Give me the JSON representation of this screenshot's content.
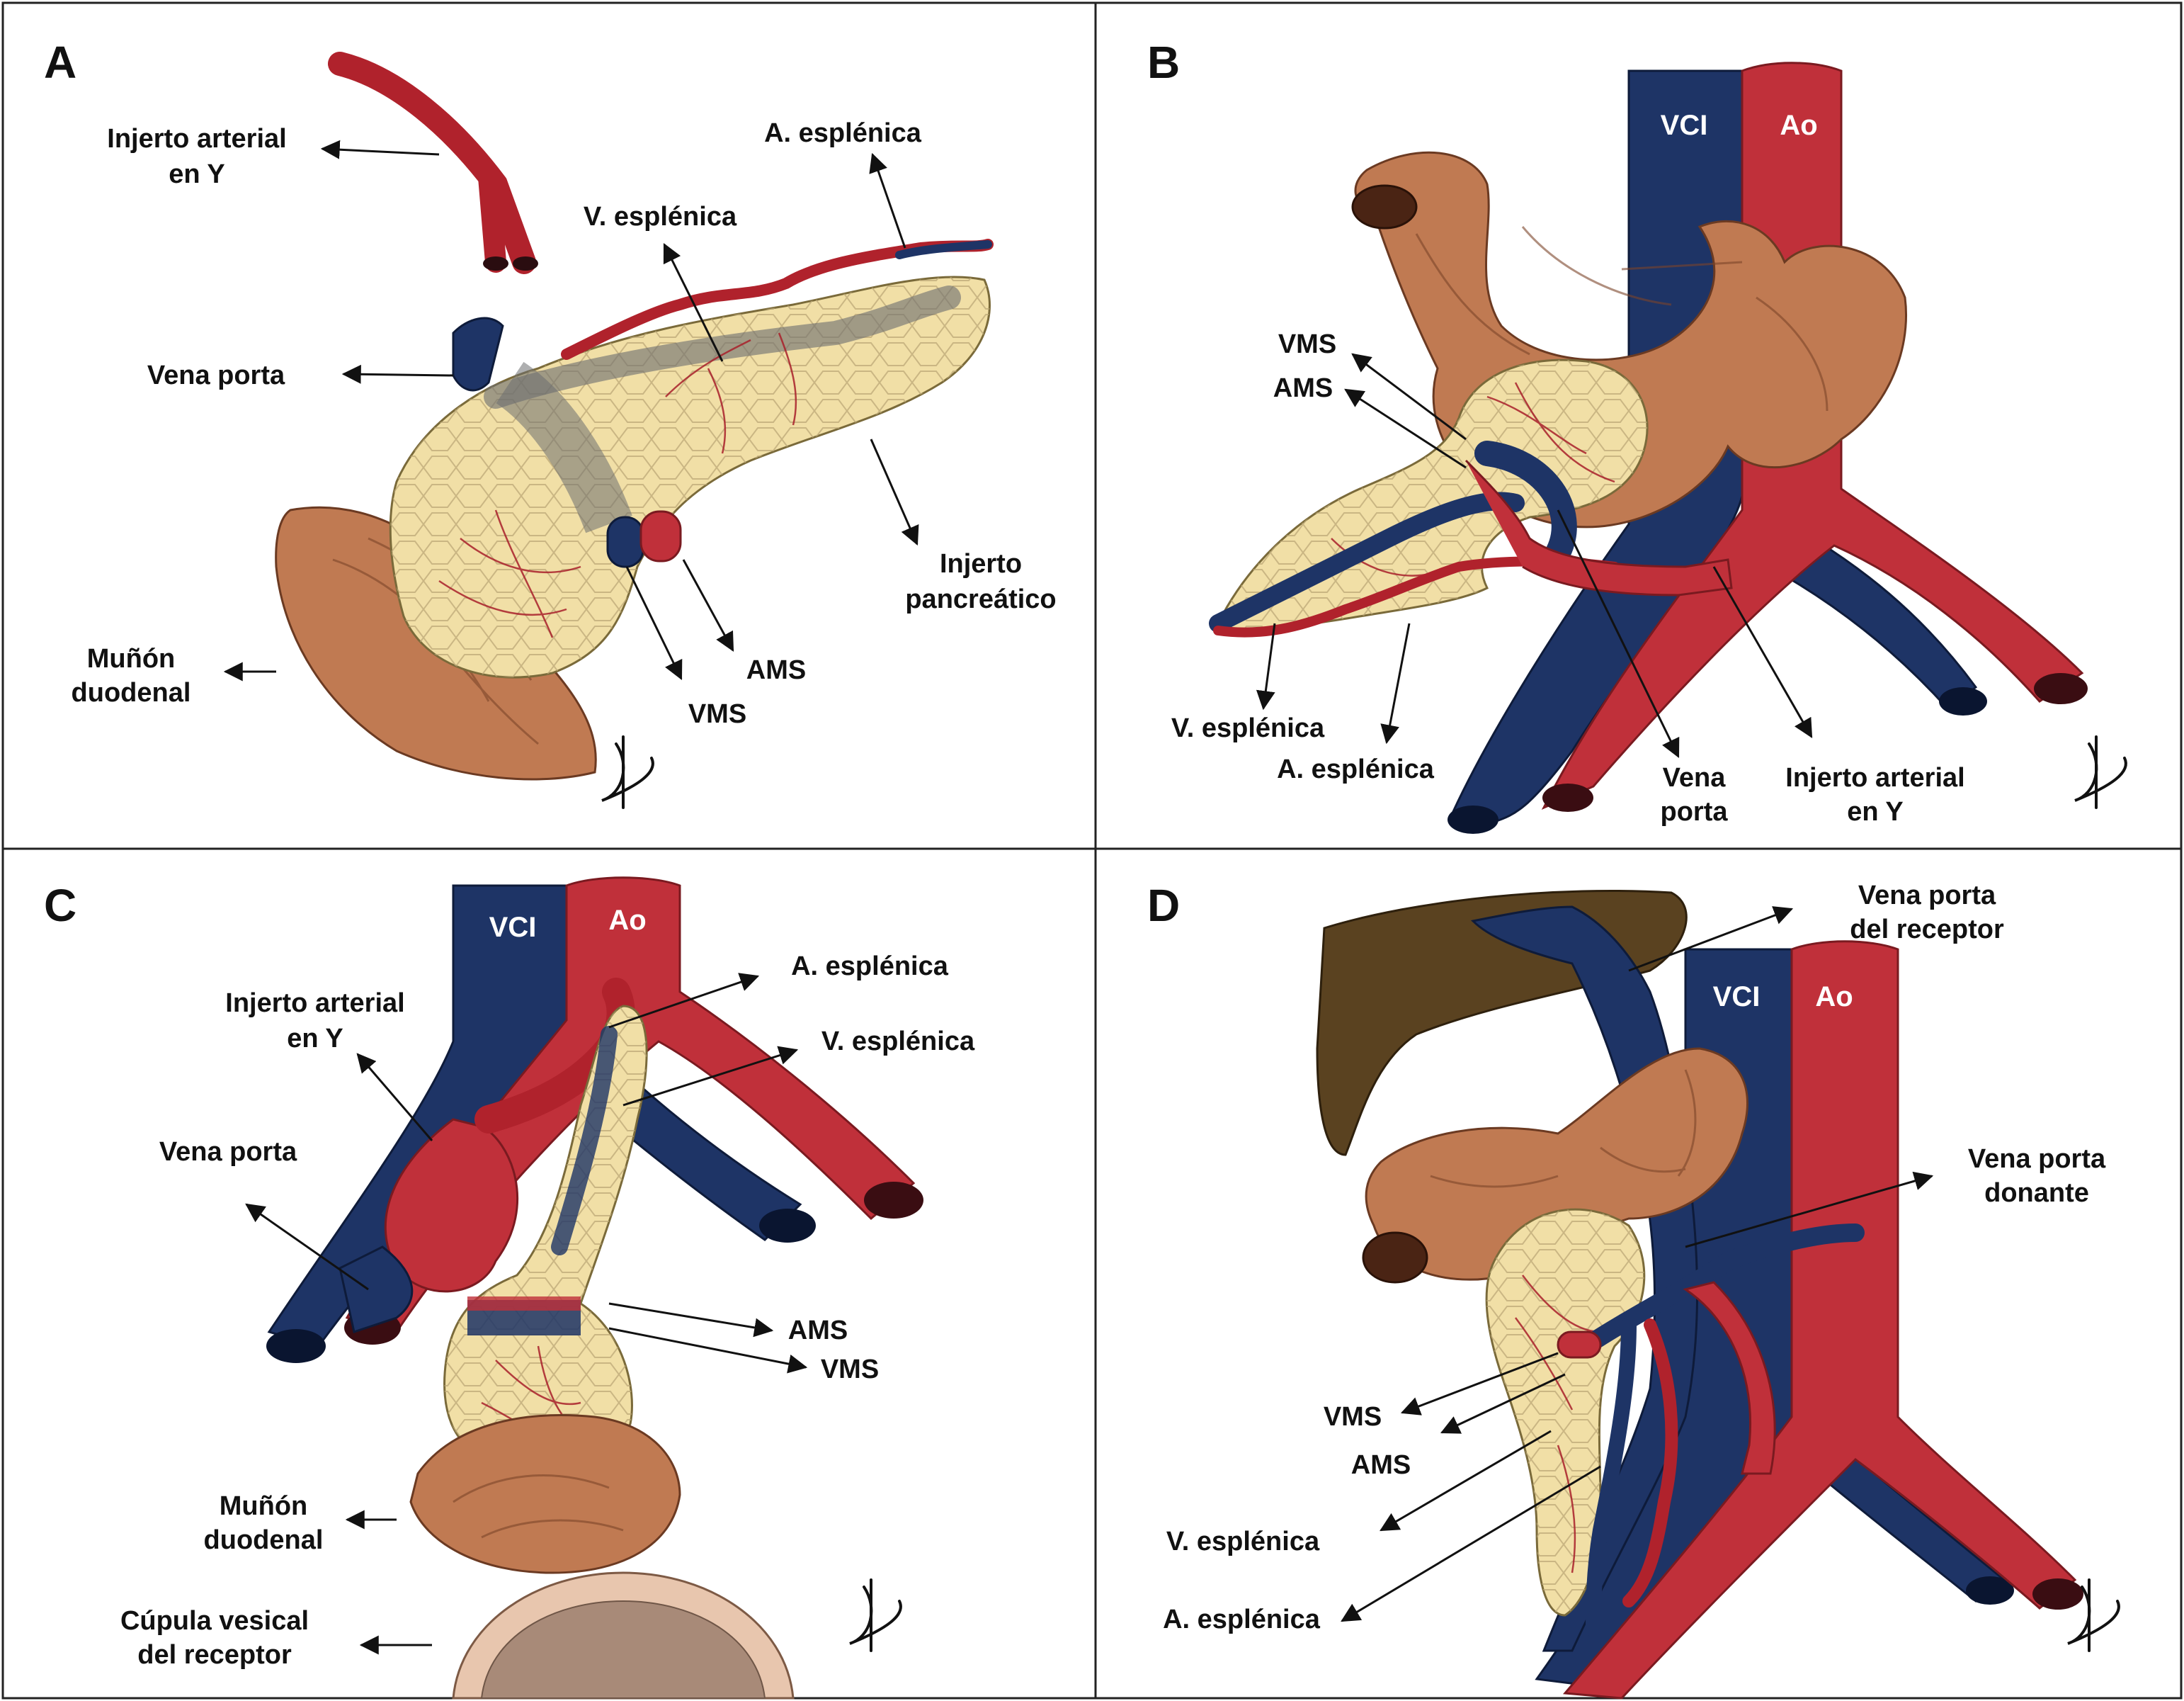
{
  "figure": {
    "panels": {
      "A": {
        "letter": "A",
        "labels": {
          "injerto_arterial": [
            "Injerto arterial",
            "en Y"
          ],
          "a_esplenica": "A. esplénica",
          "v_esplenica": "V. esplénica",
          "vena_porta": "Vena porta",
          "injerto_pancreatico": [
            "Injerto",
            "pancreático"
          ],
          "munon_duodenal": [
            "Muñón",
            "duodenal"
          ],
          "ams": "AMS",
          "vms": "VMS"
        }
      },
      "B": {
        "letter": "B",
        "vessels": {
          "vci": "VCI",
          "ao": "Ao"
        },
        "labels": {
          "vms": "VMS",
          "ams": "AMS",
          "v_esplenica": "V. esplénica",
          "a_esplenica": "A. esplénica",
          "vena_porta": [
            "Vena",
            "porta"
          ],
          "injerto_arterial": [
            "Injerto arterial",
            "en Y"
          ]
        }
      },
      "C": {
        "letter": "C",
        "vessels": {
          "vci": "VCI",
          "ao": "Ao"
        },
        "labels": {
          "a_esplenica": "A. esplénica",
          "injerto_arterial": [
            "Injerto arterial",
            "en Y"
          ],
          "v_esplenica": "V. esplénica",
          "vena_porta": "Vena porta",
          "ams": "AMS",
          "vms": "VMS",
          "munon_duodenal": [
            "Muñón",
            "duodenal"
          ],
          "cupula_vesical": [
            "Cúpula vesical",
            "del receptor"
          ]
        }
      },
      "D": {
        "letter": "D",
        "vessels": {
          "vci": "VCI",
          "ao": "Ao"
        },
        "labels": {
          "vena_porta_receptor": [
            "Vena porta",
            "del receptor"
          ],
          "vena_porta_donante": [
            "Vena porta",
            "donante"
          ],
          "vms": "VMS",
          "ams": "AMS",
          "v_esplenica": "V. esplénica",
          "a_esplenica": "A. esplénica"
        }
      }
    },
    "colors": {
      "artery": "#c0303a",
      "vein": "#1e3466",
      "pancreas": "#f1dfa6",
      "duodenum": "#c07a52",
      "liver": "#5a4220"
    }
  }
}
